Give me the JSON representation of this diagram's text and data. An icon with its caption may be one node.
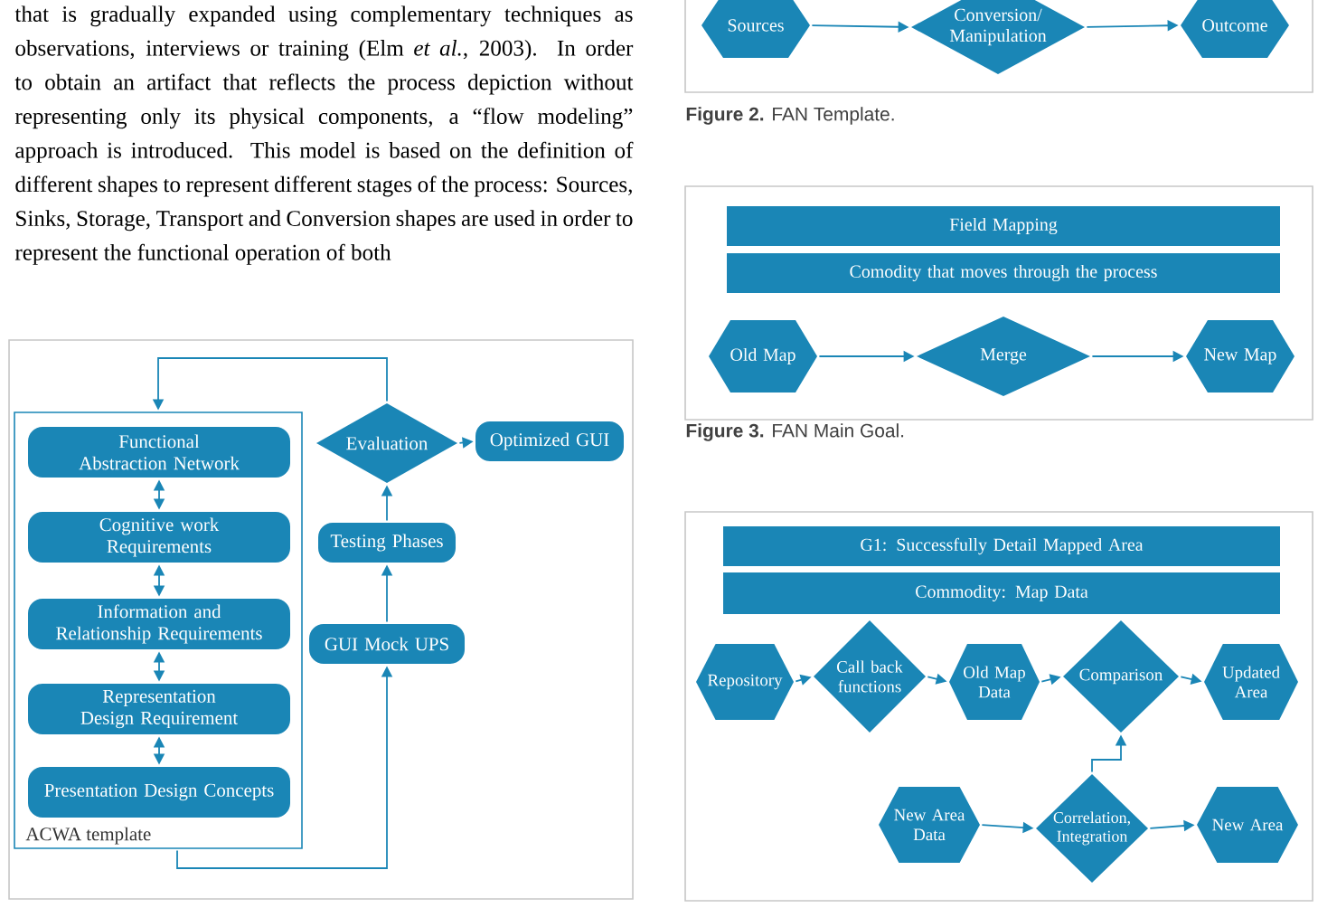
{
  "diagram": {
    "nodes": [
      {
        "text": [
          "ACWA template"
        ]
      },
      {
        "text": [
          "Functional Abstraction Network"
        ],
        "in": 0
      },
      {
        "text": [
          "Cognitive work Requirements"
        ],
        "in": 0
      },
      {
        "text": [
          "Information and Relationship Requirements"
        ],
        "in": 0
      },
      {
        "text": [
          "Representation Design Requirement"
        ],
        "in": 0
      },
      {
        "text": [
          "Presentation Design Concepts"
        ],
        "in": 0
      },
      {
        "text": [
          "Evaluation"
        ]
      },
      {
        "text": [
          "Optimized GUI"
        ]
      },
      {
        "text": [
          "Testing Phases"
        ]
      },
      {
        "text": [
          "GUI Mock UPS"
        ]
      },
      {
        "text": [
          "Sources"
        ]
      },
      {
        "text": [
          "Conversion/ Manipulation"
        ]
      },
      {
        "text": [
          "Outcome"
        ]
      },
      {
        "text": [
          "Field Mapping"
        ]
      },
      {
        "text": [
          "Comodity that moves through the process"
        ]
      },
      {
        "text": [
          "Old Map"
        ]
      },
      {
        "text": [
          "Merge"
        ]
      },
      {
        "text": [
          "New Map"
        ]
      },
      {
        "text": [
          "G1: Successfully Detail Mapped Area"
        ]
      },
      {
        "text": [
          "Commodity: Map Data"
        ]
      },
      {
        "text": [
          "Repository"
        ]
      },
      {
        "text": [
          "Call back functions"
        ]
      },
      {
        "text": [
          "Old Map Data"
        ]
      },
      {
        "text": [
          "Comparison"
        ]
      },
      {
        "text": [
          "Updated Area"
        ]
      },
      {
        "text": [
          "New Area Data"
        ]
      },
      {
        "text": [
          "Correlation, Integration"
        ]
      },
      {
        "text": [
          "New Area"
        ]
      }
    ],
    "edges": [
      {
        "from": 1,
        "to": 2,
        "arrow": "both"
      },
      {
        "from": 2,
        "to": 3,
        "arrow": "both"
      },
      {
        "from": 3,
        "to": 4,
        "arrow": "both"
      },
      {
        "from": 4,
        "to": 5,
        "arrow": "both"
      },
      {
        "from": 0,
        "to": 9,
        "arrow": "to"
      },
      {
        "from": 9,
        "to": 8,
        "arrow": "to"
      },
      {
        "from": 8,
        "to": 6,
        "arrow": "to"
      },
      {
        "from": 6,
        "to": 7,
        "arrow": "to"
      },
      {
        "from": 6,
        "to": 0,
        "arrow": "to"
      },
      {
        "from": 10,
        "to": 11,
        "arrow": "to"
      },
      {
        "from": 11,
        "to": 12,
        "arrow": "to"
      },
      {
        "from": 15,
        "to": 16,
        "arrow": "to"
      },
      {
        "from": 16,
        "to": 17,
        "arrow": "to"
      },
      {
        "from": 20,
        "to": 21,
        "arrow": "to"
      },
      {
        "from": 21,
        "to": 22,
        "arrow": "to"
      },
      {
        "from": 22,
        "to": 23,
        "arrow": "to"
      },
      {
        "from": 23,
        "to": 24,
        "arrow": "to"
      },
      {
        "from": 25,
        "to": 26,
        "arrow": "to"
      },
      {
        "from": 26,
        "to": 23,
        "arrow": "to"
      },
      {
        "from": 26,
        "to": 27,
        "arrow": "to"
      }
    ],
    "labels": [
      "that is gradually expanded using complementary techniques as observations, interviews or training (Elm *et al.*, 2003). In order to obtain an artifact that reflects the process depiction without representing only its physical components, a “flow modeling” approach is introduced. This model is based on the definition of different shapes to represent different stages of the process: Sources, Sinks, Storage, Transport and Conversion shapes are used in order to represent the functional operation of both",
      "**Figure 2.** FAN Template.",
      "**Figure 3.** FAN Main Goal."
    ]
  }
}
